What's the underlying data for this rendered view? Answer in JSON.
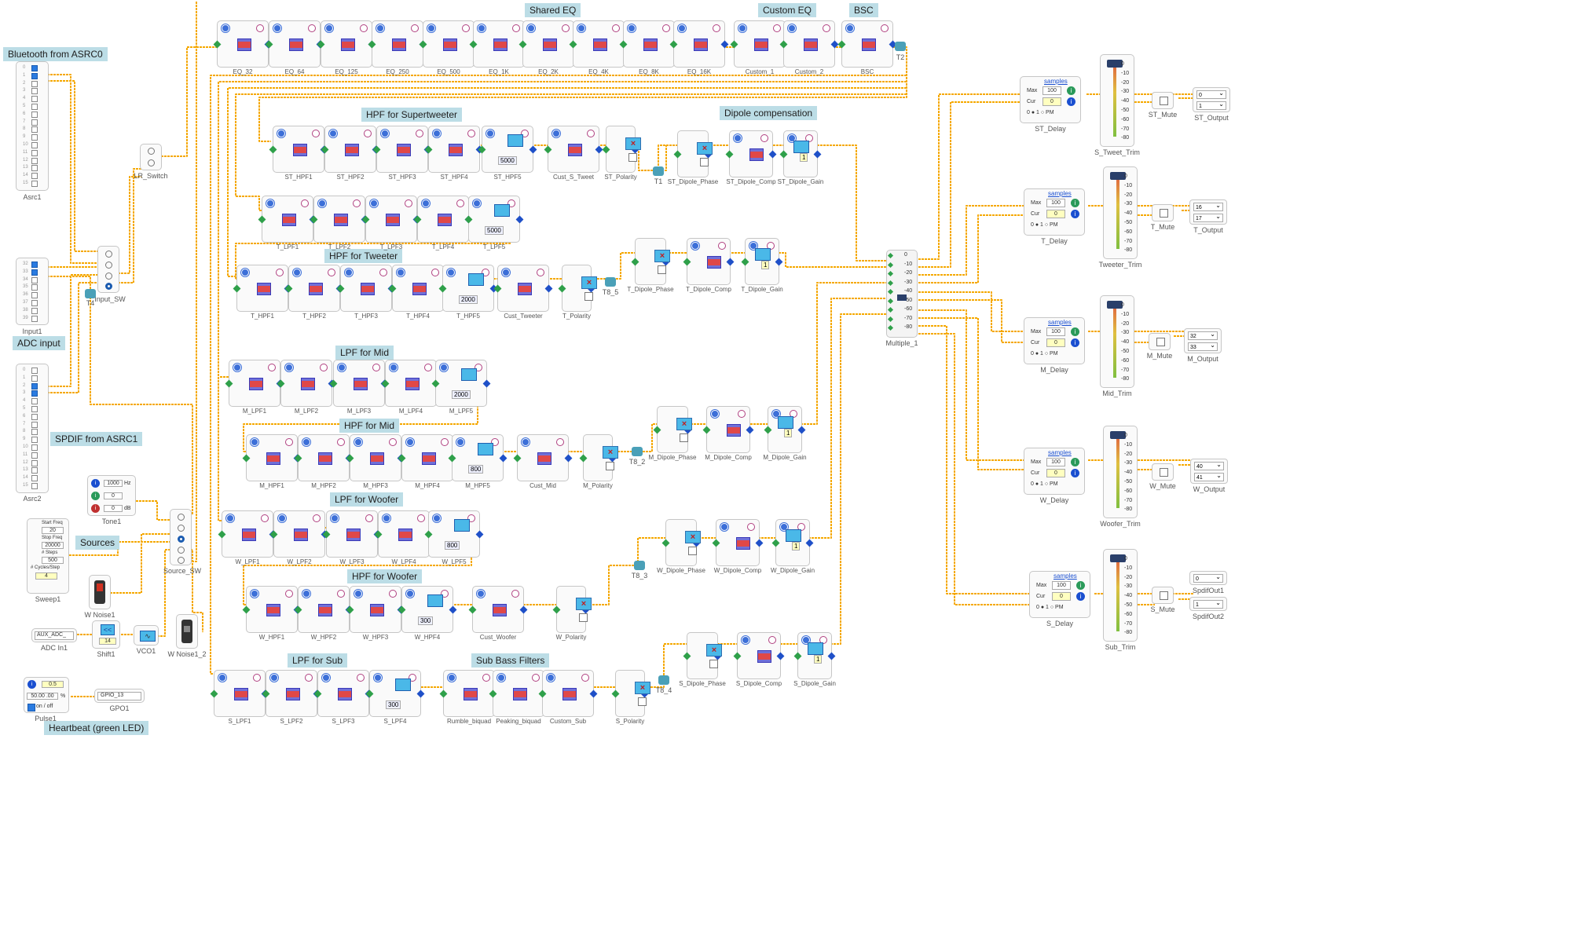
{
  "headers": {
    "shared_eq": "Shared EQ",
    "custom_eq": "Custom EQ",
    "bsc": "BSC",
    "bluetooth": "Bluetooth from ASRC0",
    "adc_input": "ADC input",
    "spdif": "SPDIF from ASRC1",
    "sources": "Sources",
    "heartbeat": "Heartbeat (green LED)",
    "hpf_supertweeter": "HPF for Supertweeter",
    "dipole_comp": "Dipole compensation",
    "hpf_tweeter": "HPF for Tweeter",
    "lpf_mid": "LPF for Mid",
    "hpf_mid": "HPF for Mid",
    "lpf_woofer": "LPF for Woofer",
    "hpf_woofer": "HPF for Woofer",
    "lpf_sub": "LPF for Sub",
    "sub_bass": "Sub Bass Filters"
  },
  "eq_blocks": [
    "EQ_32",
    "EQ_64",
    "EQ_125",
    "EQ_250",
    "EQ_500",
    "EQ_1K",
    "EQ_2K",
    "EQ_4K",
    "EQ_8K",
    "EQ_16K",
    "Custom_1",
    "Custom_2",
    "BSC"
  ],
  "st_row": {
    "blocks": [
      "ST_HPF1",
      "ST_HPF2",
      "ST_HPF3",
      "ST_HPF4",
      "ST_HPF5",
      "Cust_S_Tweet",
      "ST_Polarity"
    ],
    "hpf5_value": "5000",
    "dipole": [
      "ST_Dipole_Phase",
      "ST_Dipole_Comp",
      "ST_Dipole_Gain"
    ],
    "junction": "T1"
  },
  "t_lpf_row": {
    "blocks": [
      "T_LPF1",
      "T_LPF2",
      "T_LPF3",
      "T_LPF4",
      "T_LPF5"
    ],
    "lpf5_value": "5000"
  },
  "t_hpf_row": {
    "blocks": [
      "T_HPF1",
      "T_HPF2",
      "T_HPF3",
      "T_HPF4",
      "T_HPF5",
      "Cust_Tweeter",
      "T_Polarity"
    ],
    "hpf5_value": "2000",
    "dipole": [
      "T_Dipole_Phase",
      "T_Dipole_Comp",
      "T_Dipole_Gain"
    ],
    "junction": "T8_5"
  },
  "m_lpf_row": {
    "blocks": [
      "M_LPF1",
      "M_LPF2",
      "M_LPF3",
      "M_LPF4",
      "M_LPF5"
    ],
    "lpf5_value": "2000"
  },
  "m_hpf_row": {
    "blocks": [
      "M_HPF1",
      "M_HPF2",
      "M_HPF3",
      "M_HPF4",
      "M_HPF5",
      "Cust_Mid",
      "M_Polarity"
    ],
    "hpf5_value": "800",
    "dipole": [
      "M_Dipole_Phase",
      "M_Dipole_Comp",
      "M_Dipole_Gain"
    ],
    "junction": "T8_2"
  },
  "w_lpf_row": {
    "blocks": [
      "W_LPF1",
      "W_LPF2",
      "W_LPF3",
      "W_LPF4",
      "W_LPF5"
    ],
    "lpf5_value": "800",
    "dipole": [
      "W_Dipole_Phase",
      "W_Dipole_Comp",
      "W_Dipole_Gain"
    ]
  },
  "w_hpf_row": {
    "blocks": [
      "W_HPF1",
      "W_HPF2",
      "W_HPF3",
      "W_HPF4",
      "Cust_Woofer",
      "W_Polarity"
    ],
    "hpf4_value": "300",
    "junction": "T8_3"
  },
  "s_row": {
    "blocks": [
      "S_LPF1",
      "S_LPF2",
      "S_LPF3",
      "S_LPF4",
      "Rumble_biquad",
      "Peaking_biquad",
      "Custom_Sub",
      "S_Polarity"
    ],
    "lpf4_value": "300",
    "dipole": [
      "S_Dipole_Phase",
      "S_Dipole_Comp",
      "S_Dipole_Gain"
    ],
    "junction": "T8_4"
  },
  "gain_value": "1",
  "multiple": {
    "label": "Multiple_1",
    "ticks": [
      "0",
      "-10",
      "-20",
      "-30",
      "-40",
      "-50",
      "-60",
      "-70",
      "-80"
    ]
  },
  "junctions": {
    "t2": "T2",
    "t4": "T4"
  },
  "switches": {
    "lr": "LR_Switch",
    "input": "Input_SW",
    "source": "Source_SW"
  },
  "inputs": {
    "asrc1": "Asrc1",
    "input1": "Input1",
    "asrc2": "Asrc2",
    "asrc1_rows": [
      "0",
      "1",
      "2",
      "3",
      "4",
      "5",
      "6",
      "7",
      "8",
      "9",
      "10",
      "11",
      "12",
      "13",
      "14",
      "15"
    ],
    "input1_rows": [
      "32",
      "33",
      "34",
      "35",
      "36",
      "37",
      "38",
      "39"
    ]
  },
  "sources": {
    "tone": {
      "label": "Tone1",
      "freq": "1000",
      "freq_unit": "Hz",
      "v2": "0",
      "v3": "0",
      "db": "dB"
    },
    "sweep": {
      "label": "Sweep1",
      "start_label": "Start Freq",
      "start": "20",
      "stop_label": "Stop Freq",
      "stop": "20000",
      "steps_label": "# Steps",
      "steps": "500",
      "cycles_label": "# Cycles/Step",
      "cycles": "4"
    },
    "wnoise1": "W Noise1",
    "wnoise2": "W Noise1_2",
    "adc": {
      "label": "ADC In1",
      "value": "AUX_ADC_"
    },
    "shift": {
      "label": "Shift1",
      "value": "14"
    },
    "vco": "VCO1",
    "pulse": {
      "label": "Pulse1",
      "value": "0.5",
      "duty": "50.00 .00",
      "pct": "%",
      "onoff": "on / off"
    },
    "gpio": {
      "label": "GPO1",
      "value": "GPIO_13"
    }
  },
  "channels": [
    {
      "delay": "ST_Delay",
      "trim": "S_Tweet_Trim",
      "mute": "ST_Mute",
      "output": "ST_Output",
      "out_a": "0",
      "out_b": "1"
    },
    {
      "delay": "T_Delay",
      "trim": "Tweeter_Trim",
      "mute": "T_Mute",
      "output": "T_Output",
      "out_a": "16",
      "out_b": "17"
    },
    {
      "delay": "M_Delay",
      "trim": "Mid_Trim",
      "mute": "M_Mute",
      "output": "M_Output",
      "out_a": "32",
      "out_b": "33"
    },
    {
      "delay": "W_Delay",
      "trim": "Woofer_Trim",
      "mute": "W_Mute",
      "output": "W_Output",
      "out_a": "40",
      "out_b": "41"
    },
    {
      "delay": "S_Delay",
      "trim": "Sub_Trim",
      "mute": "S_Mute",
      "output": "SpdifOut1",
      "out_a": "0",
      "out_b": "1",
      "output2": "SpdifOut2"
    }
  ],
  "delay_ui": {
    "link": "samples",
    "max_label": "Max",
    "max": "100",
    "cur_label": "Cur",
    "cur": "0",
    "radio": "0 ● 1 ○ PM"
  },
  "trim_ticks": [
    "0",
    "-10",
    "-20",
    "-30",
    "-40",
    "-50",
    "-60",
    "-70",
    "-80"
  ]
}
